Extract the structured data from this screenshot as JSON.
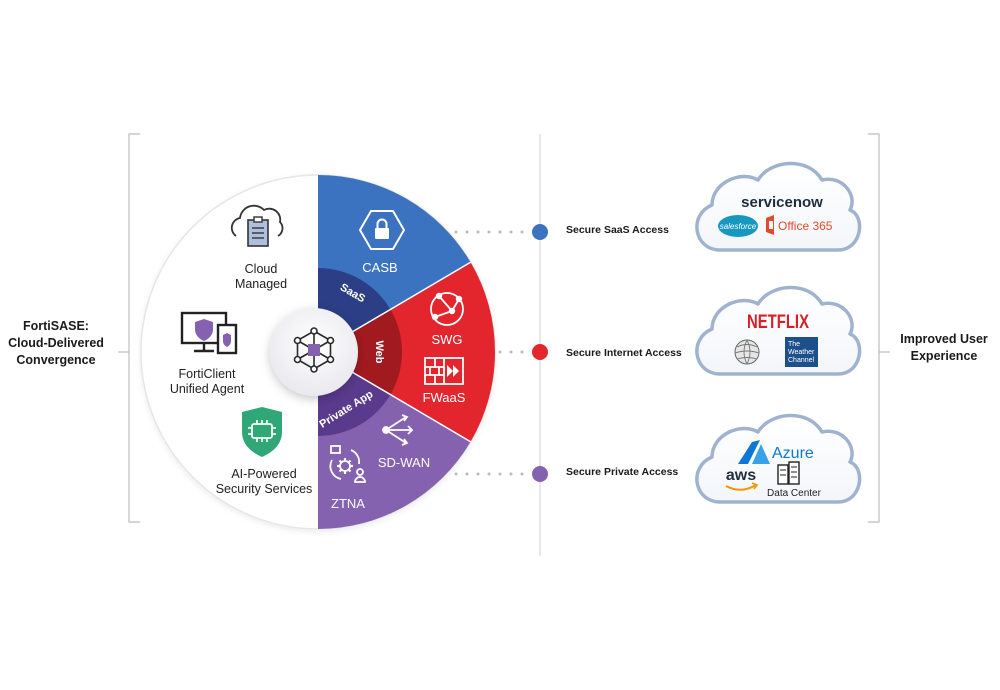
{
  "left_label": {
    "line1": "FortiSASE:",
    "line2": "Cloud-Delivered",
    "line3": "Convergence"
  },
  "right_label": {
    "line1": "Improved User",
    "line2": "Experience"
  },
  "left_features": [
    {
      "line1": "Cloud",
      "line2": "Managed"
    },
    {
      "line1": "FortiClient",
      "line2": "Unified Agent"
    },
    {
      "line1": "AI-Powered",
      "line2": "Security Services"
    }
  ],
  "segments": {
    "casb": "CASB",
    "swg": "SWG",
    "fwaas": "FWaaS",
    "sdwan": "SD-WAN",
    "ztna": "ZTNA"
  },
  "inner_ring": {
    "saas": "SaaS",
    "web": "Web",
    "private_app": "Private App"
  },
  "access_rows": [
    {
      "label": "Secure SaaS Access",
      "color": "#3b73c0"
    },
    {
      "label": "Secure Internet Access",
      "color": "#e3262d"
    },
    {
      "label": "Secure Private Access",
      "color": "#8462b0"
    }
  ],
  "clouds": {
    "saas": {
      "servicenow": "servicenow",
      "salesforce": "salesforce",
      "office": "Office 365"
    },
    "internet": {
      "netflix": "NETFLIX",
      "weather_line1": "The",
      "weather_line2": "Weather",
      "weather_line3": "Channel"
    },
    "private": {
      "azure": "Azure",
      "aws": "aws",
      "datacenter": "Data Center"
    }
  },
  "colors": {
    "blue": "#3b73c0",
    "red": "#e3262d",
    "purple": "#8462b0",
    "green": "#2fa776",
    "navy": "#2b3e86"
  },
  "icons": [
    "cloud-clipboard-icon",
    "monitor-shield-icon",
    "chip-shield-icon",
    "hub-network-icon",
    "lock-icon",
    "globe-icon",
    "firewall-icon",
    "branch-icon",
    "ztna-gear-icon"
  ]
}
